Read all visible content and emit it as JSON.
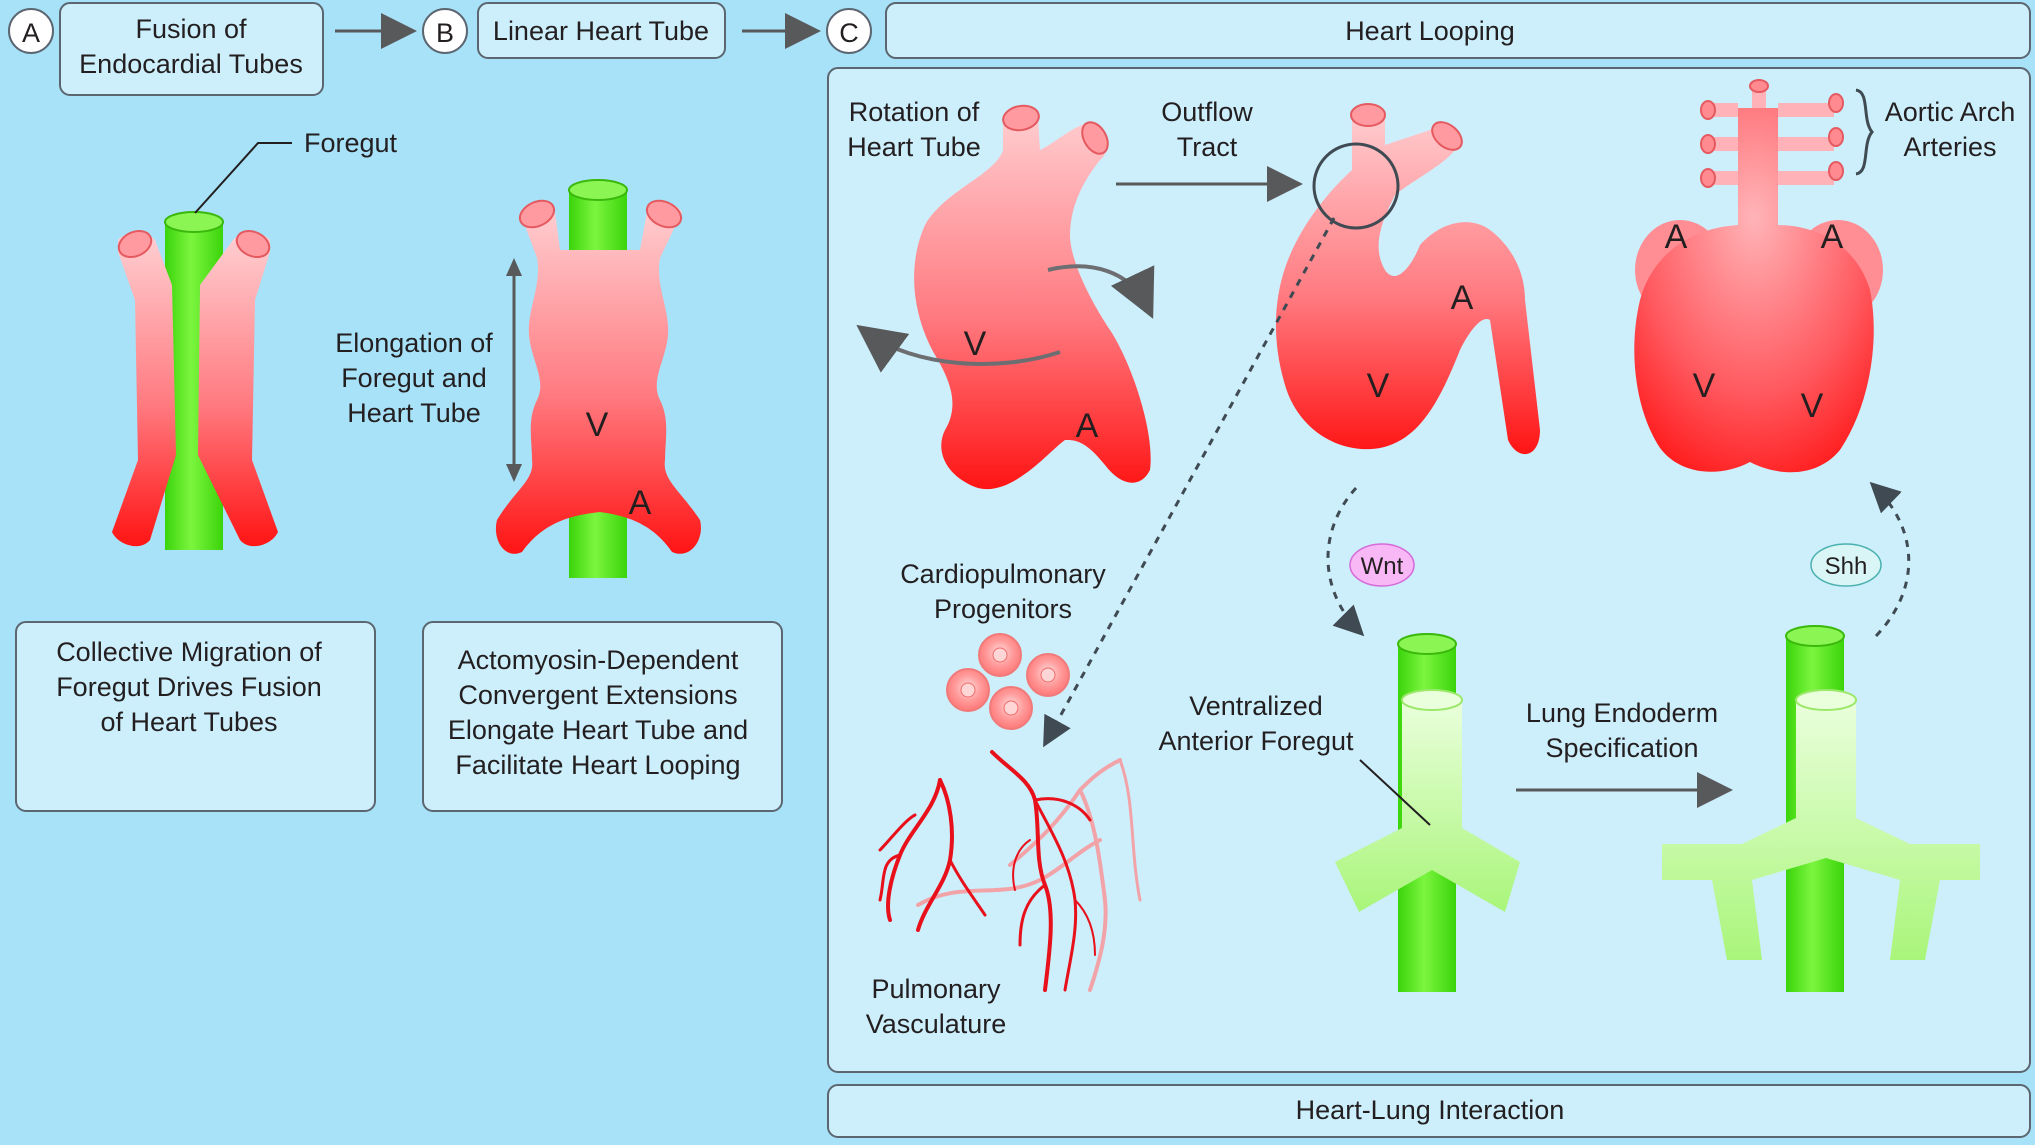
{
  "panels": {
    "a": {
      "letter": "A",
      "title": [
        "Fusion of",
        "Endocardial Tubes"
      ],
      "foregut": "Foregut",
      "caption": [
        "Collective Migration of",
        "Foregut Drives Fusion",
        "of Heart Tubes"
      ]
    },
    "b": {
      "letter": "B",
      "title": "Linear Heart Tube",
      "elongation": [
        "Elongation of",
        "Foregut and",
        "Heart Tube"
      ],
      "v": "V",
      "a": "A",
      "caption": [
        "Actomyosin-Dependent",
        "Convergent Extensions",
        "Elongate Heart Tube and",
        "Facilitate Heart Looping"
      ]
    },
    "c": {
      "letter": "C",
      "title": "Heart Looping",
      "rotation": [
        "Rotation of",
        "Heart Tube"
      ],
      "outflow": [
        "Outflow",
        "Tract"
      ],
      "aortic": [
        "Aortic Arch",
        "Arteries"
      ],
      "v": "V",
      "a": "A",
      "progenitors": [
        "Cardiopulmonary",
        "Progenitors"
      ],
      "vasculature": [
        "Pulmonary",
        "Vasculature"
      ],
      "foregut": [
        "Ventralized",
        "Anterior Foregut"
      ],
      "lung": [
        "Lung Endoderm",
        "Specification"
      ],
      "wnt": "Wnt",
      "shh": "Shh",
      "bottom": "Heart-Lung Interaction"
    }
  },
  "colors": {
    "background": "#a8e2f8",
    "panel": "#cdeffc",
    "border": "#5b6670",
    "heart_light": "#ffc8cc",
    "heart_dark": "#ff1a1a",
    "gut_green": "#4ee60f",
    "gut_light": "#d8ffc0",
    "vessel": "#e8101a",
    "wnt": "#f8b7f5",
    "shh": "#d9f5f5"
  }
}
